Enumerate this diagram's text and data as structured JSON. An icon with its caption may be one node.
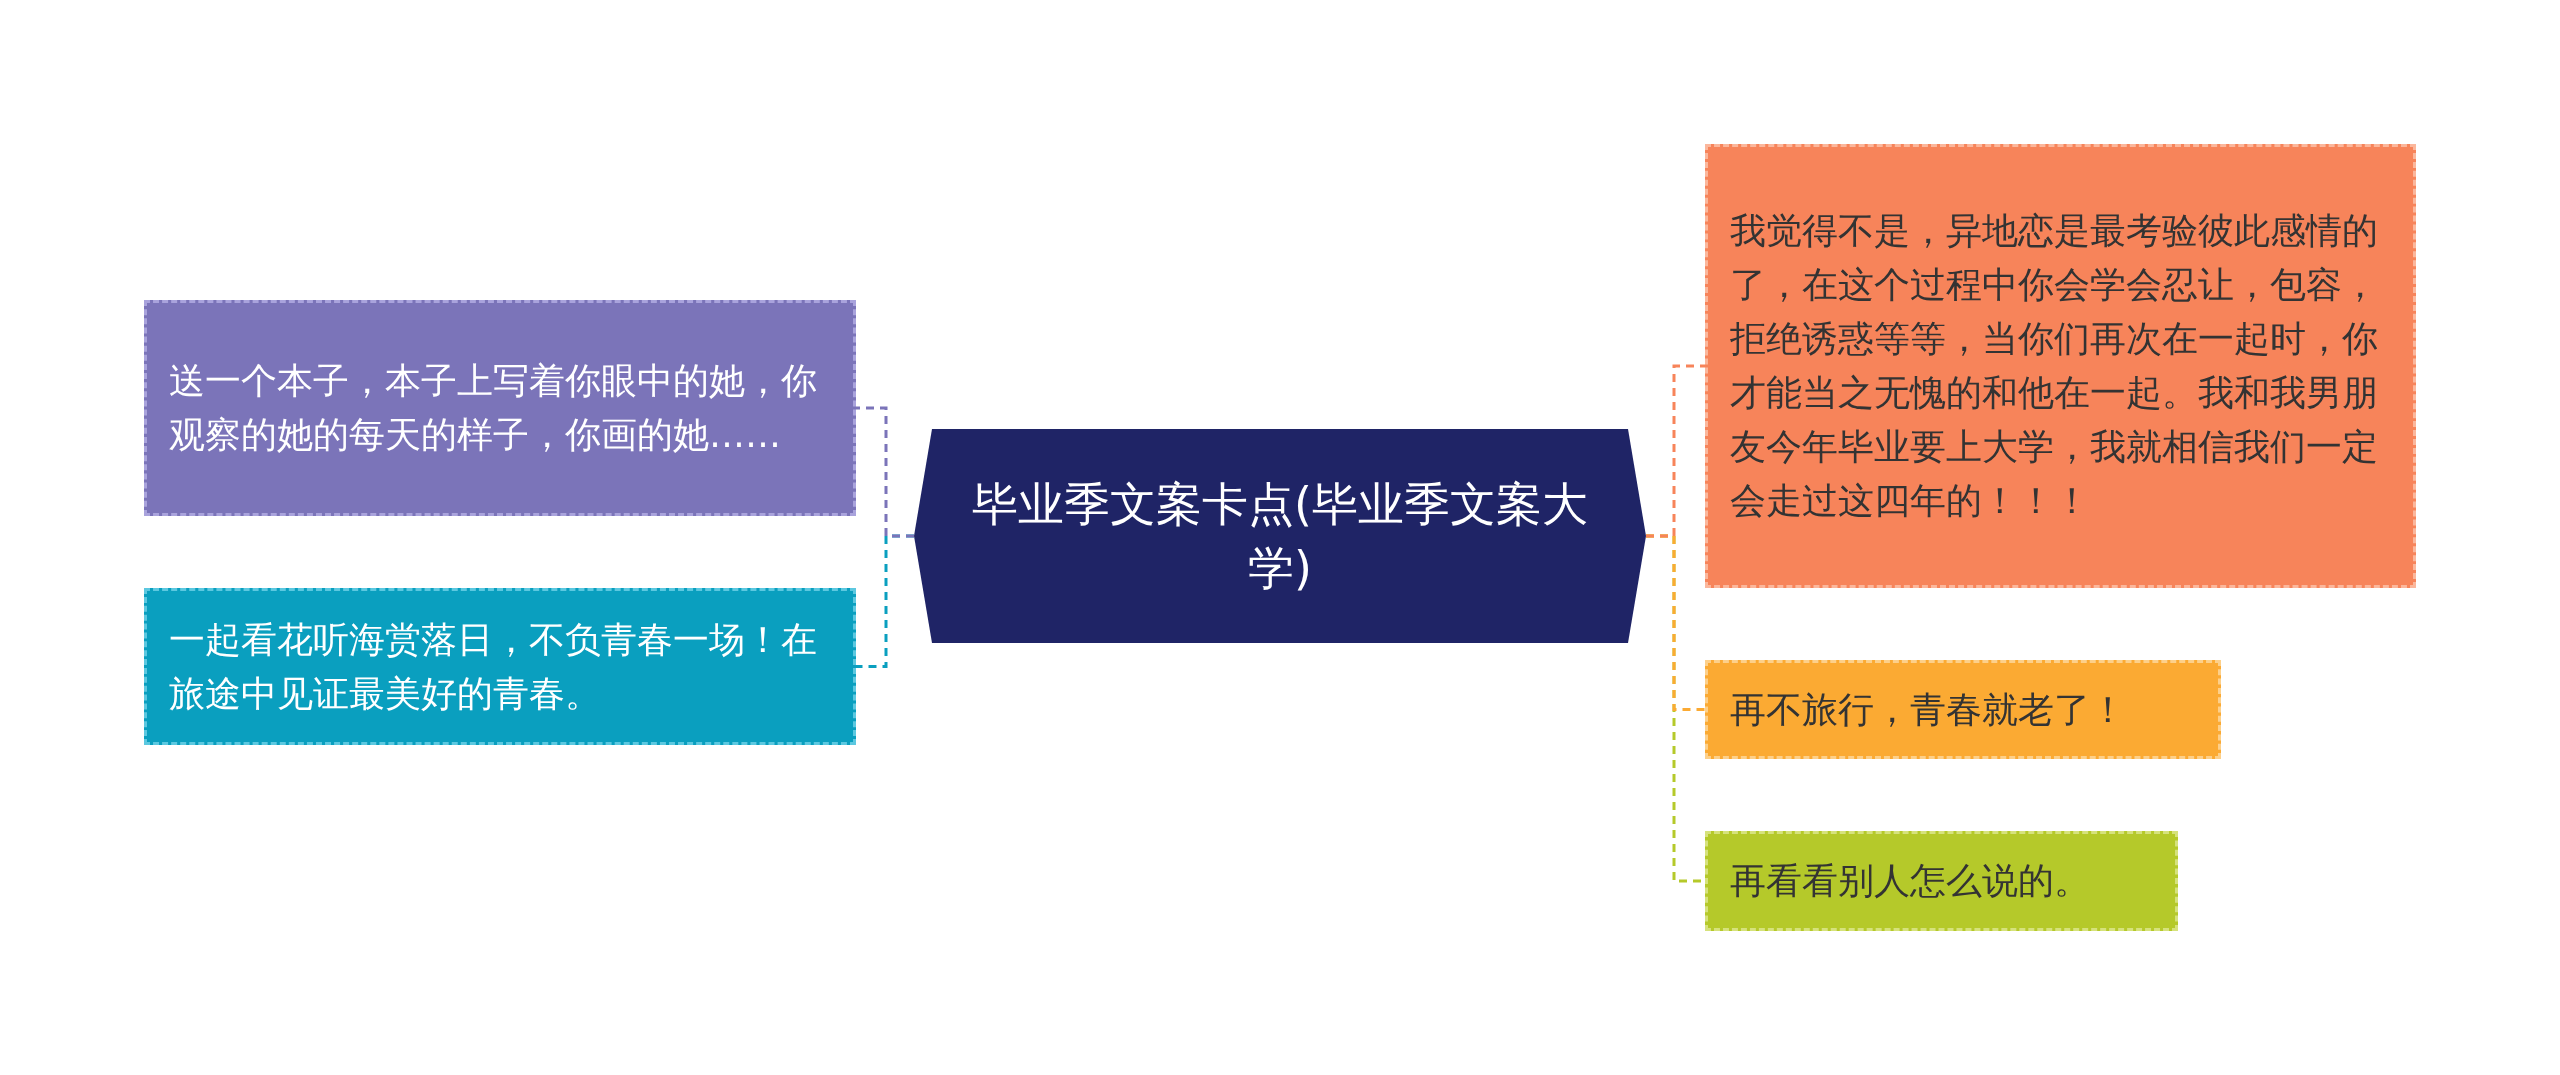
{
  "diagram": {
    "nodes": [
      {
        "text": [
          "毕业季文案卡点(毕业季文案大学)"
        ]
      },
      {
        "text": [
          "送一个本子，本子上写着你眼中的她，你观察的她的每天的样子，你画的她……"
        ]
      },
      {
        "text": [
          "一起看花听海赏落日，不负青春一场！在旅途中见证最美好的青春。"
        ]
      },
      {
        "text": [
          "我觉得不是，异地恋是最考验彼此感情的了，在这个过程中你会学会忍让，包容，拒绝诱惑等等，当你们再次在一起时，你才能当之无愧的和他在一起。我和我男朋友今年毕业要上大学，我就相信我们一定会走过这四年的！！！"
        ]
      },
      {
        "text": [
          "再不旅行，青春就老了！"
        ]
      },
      {
        "text": [
          "再看看别人怎么说的。"
        ]
      }
    ],
    "edges": [
      {
        "from": 0,
        "to": 1,
        "arrow": "none",
        "style": "dashed",
        "color": "#7b74b9"
      },
      {
        "from": 0,
        "to": 2,
        "arrow": "none",
        "style": "dashed",
        "color": "#0a9fbf"
      },
      {
        "from": 0,
        "to": 3,
        "arrow": "none",
        "style": "dashed",
        "color": "#f7845a"
      },
      {
        "from": 0,
        "to": 4,
        "arrow": "none",
        "style": "dashed",
        "color": "#fbaa33"
      },
      {
        "from": 0,
        "to": 5,
        "arrow": "none",
        "style": "dashed",
        "color": "#b5c92a"
      }
    ]
  }
}
